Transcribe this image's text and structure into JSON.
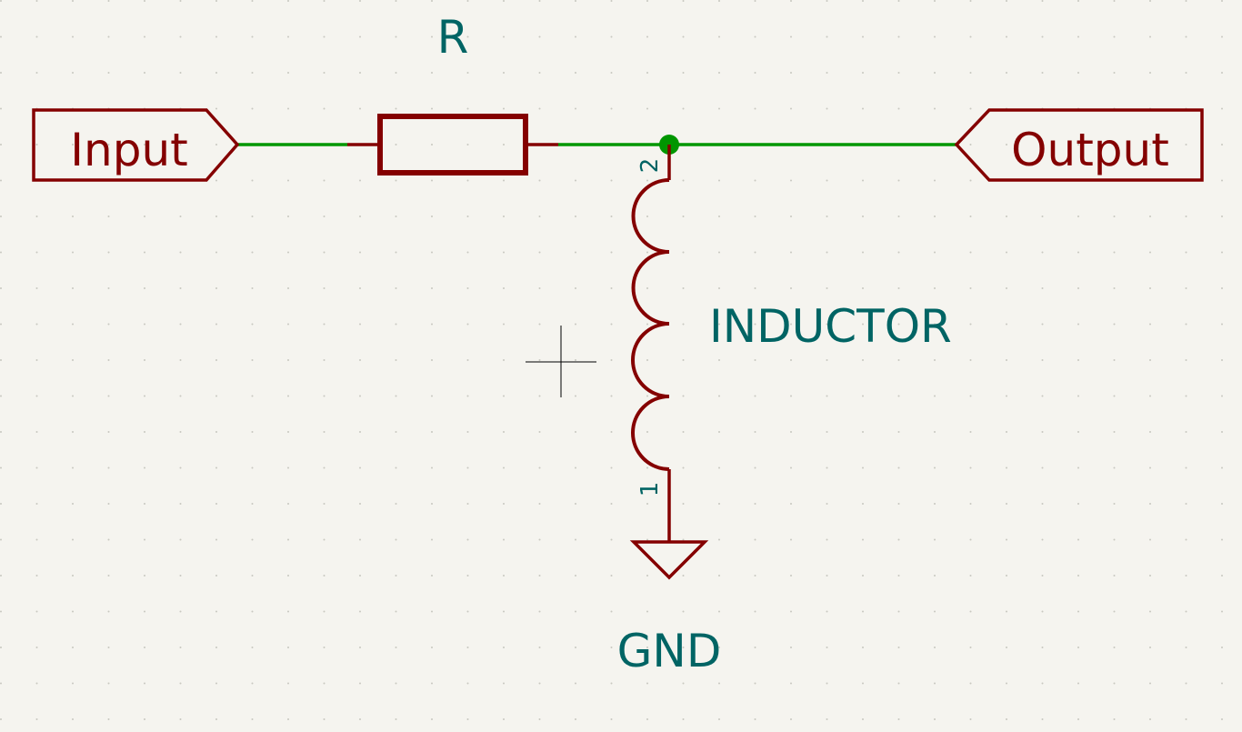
{
  "colors": {
    "background": "#f5f4ef",
    "grid_dot": "#c8c8c0",
    "wire": "#009600",
    "symbol": "#840000",
    "reference_text": "#006464",
    "cursor": "#000000"
  },
  "schematic": {
    "labels": {
      "input": "Input",
      "output": "Output"
    },
    "resistor": {
      "reference": "R"
    },
    "inductor": {
      "reference": "INDUCTOR",
      "pin_top": "2",
      "pin_bottom": "1"
    },
    "ground": {
      "reference": "GND"
    }
  }
}
